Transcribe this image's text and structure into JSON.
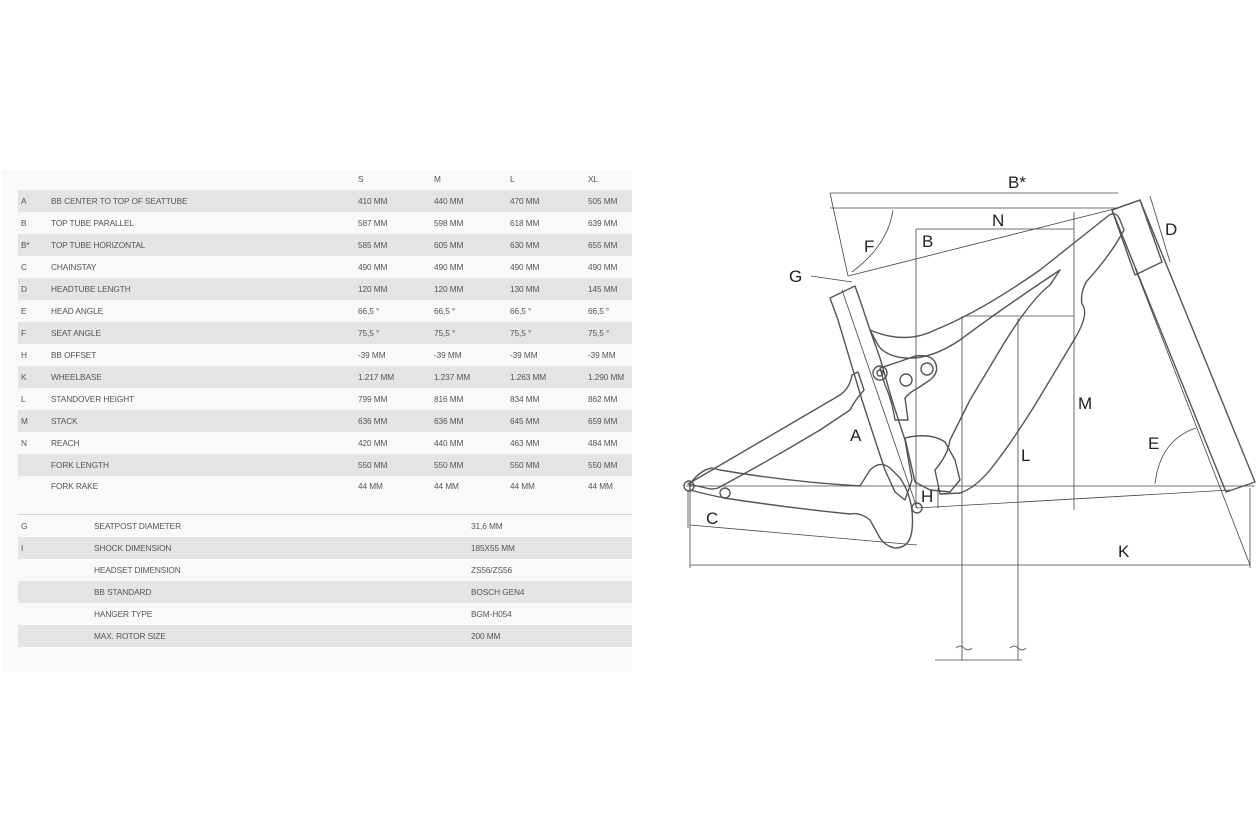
{
  "geometry": {
    "size_headers": [
      "S",
      "M",
      "L",
      "XL"
    ],
    "rows": [
      {
        "code": "A",
        "label": "BB CENTER TO TOP OF SEATTUBE",
        "values": [
          "410 MM",
          "440 MM",
          "470 MM",
          "505 MM"
        ]
      },
      {
        "code": "B",
        "label": "TOP TUBE PARALLEL",
        "values": [
          "587 MM",
          "598 MM",
          "618 MM",
          "639 MM"
        ]
      },
      {
        "code": "B*",
        "label": "TOP TUBE HORIZONTAL",
        "values": [
          "585 MM",
          "605 MM",
          "630 MM",
          "655 MM"
        ]
      },
      {
        "code": "C",
        "label": "CHAINSTAY",
        "values": [
          "490 MM",
          "490 MM",
          "490 MM",
          "490 MM"
        ]
      },
      {
        "code": "D",
        "label": "HEADTUBE LENGTH",
        "values": [
          "120 MM",
          "120 MM",
          "130 MM",
          "145 MM"
        ]
      },
      {
        "code": "E",
        "label": "HEAD ANGLE",
        "values": [
          "66,5 °",
          "66,5 °",
          "66,5 °",
          "66,5 °"
        ]
      },
      {
        "code": "F",
        "label": "SEAT ANGLE",
        "values": [
          "75,5 °",
          "75,5 °",
          "75,5 °",
          "75,5 °"
        ]
      },
      {
        "code": "H",
        "label": "BB OFFSET",
        "values": [
          "-39 MM",
          "-39 MM",
          "-39 MM",
          "-39 MM"
        ]
      },
      {
        "code": "K",
        "label": "WHEELBASE",
        "values": [
          "1.217 MM",
          "1.237 MM",
          "1.263 MM",
          "1.290 MM"
        ]
      },
      {
        "code": "L",
        "label": "STANDOVER HEIGHT",
        "values": [
          "799 MM",
          "816 MM",
          "834 MM",
          "862 MM"
        ]
      },
      {
        "code": "M",
        "label": "STACK",
        "values": [
          "636 MM",
          "636 MM",
          "645 MM",
          "659 MM"
        ]
      },
      {
        "code": "N",
        "label": "REACH",
        "values": [
          "420 MM",
          "440 MM",
          "463 MM",
          "484 MM"
        ]
      },
      {
        "code": "",
        "label": "FORK LENGTH",
        "values": [
          "550 MM",
          "550 MM",
          "550 MM",
          "550 MM"
        ]
      },
      {
        "code": "",
        "label": "FORK RAKE",
        "values": [
          "44 MM",
          "44 MM",
          "44 MM",
          "44 MM"
        ]
      }
    ]
  },
  "specs": [
    {
      "code": "G",
      "label": "SEATPOST DIAMETER",
      "value": "31,6 MM"
    },
    {
      "code": "I",
      "label": "SHOCK DIMENSION",
      "value": "185X55 MM"
    },
    {
      "code": "",
      "label": "HEADSET DIMENSION",
      "value": "ZS56/ZS56"
    },
    {
      "code": "",
      "label": "BB STANDARD",
      "value": "BOSCH GEN4"
    },
    {
      "code": "",
      "label": "HANGER TYPE",
      "value": "BGM-H054"
    },
    {
      "code": "",
      "label": "MAX. ROTOR SIZE",
      "value": "200 MM"
    }
  ],
  "diagram": {
    "labels": {
      "A": "A",
      "B": "B",
      "B_star": "B*",
      "C": "C",
      "D": "D",
      "E": "E",
      "F": "F",
      "G": "G",
      "H": "H",
      "K": "K",
      "L": "L",
      "M": "M",
      "N": "N"
    },
    "colors": {
      "frame": "#555555",
      "dimension": "#444444"
    }
  }
}
